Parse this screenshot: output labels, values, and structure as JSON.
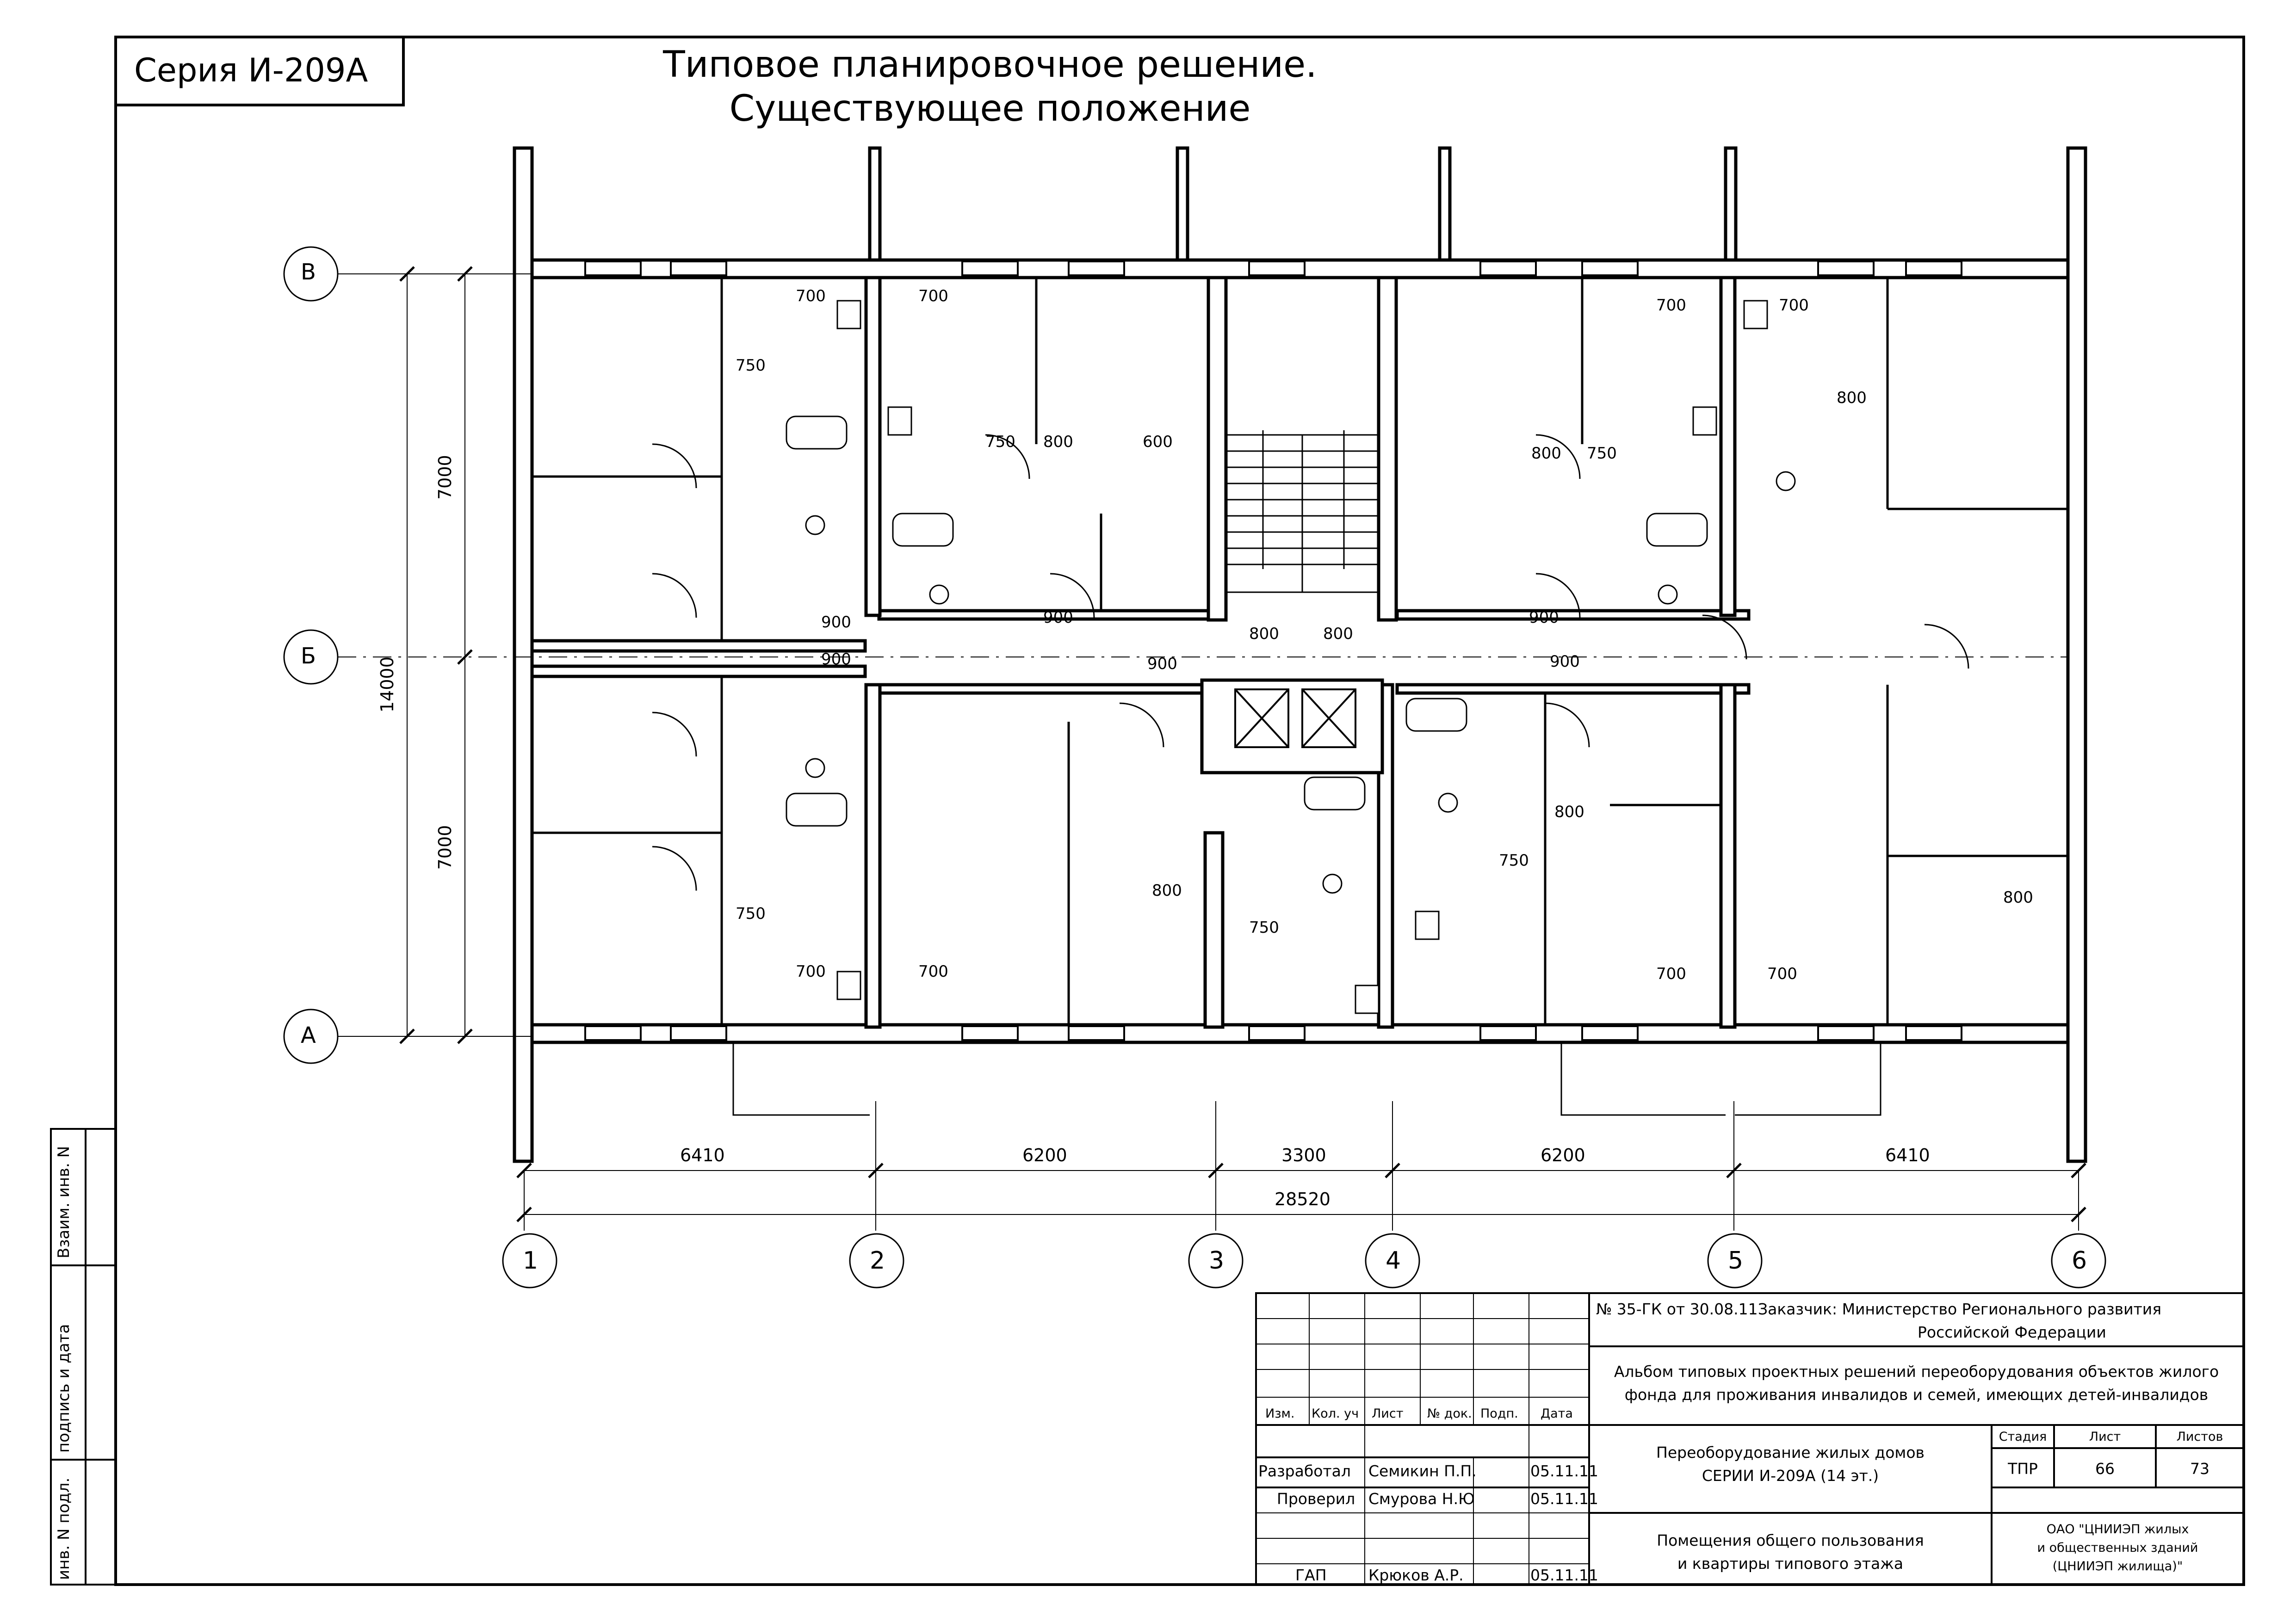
{
  "header": {
    "series": "Серия И-209А",
    "title_line1": "Типовое планировочное решение.",
    "title_line2": "Существующее положение"
  },
  "plan": {
    "row_axes": [
      "В",
      "Б",
      "А"
    ],
    "col_axes": [
      "1",
      "2",
      "3",
      "4",
      "5",
      "6"
    ],
    "overall_vertical": "14000",
    "half_vertical": [
      "7000",
      "7000"
    ],
    "spans": [
      "6410",
      "6200",
      "3300",
      "6200",
      "6410"
    ],
    "overall_horizontal": "28520",
    "door_widths": {
      "d700": "700",
      "d750": "750",
      "d800": "800",
      "d900": "900",
      "d600": "600"
    }
  },
  "side_stamp": {
    "cell1": "Взаим. инв. N",
    "cell2": "подпись и дата",
    "cell3": "инв. N подл."
  },
  "title_block": {
    "headers": [
      "Изм.",
      "Кол. уч",
      "Лист",
      "№ док.",
      "Подп.",
      "Дата"
    ],
    "roles": [
      {
        "role": "Разработал",
        "name": "Семикин П.П.",
        "date": "05.11.11"
      },
      {
        "role": "Проверил",
        "name": "Смурова Н.Ю",
        "date": "05.11.11"
      },
      {
        "role": "ГАП",
        "name": "Крюков А.Р.",
        "date": "05.11.11"
      }
    ],
    "contract": "№ 35-ГК от 30.08.11",
    "customer_line1": "Заказчик: Министерство Регионального развития",
    "customer_line2": "Российской Федерации",
    "album_line1": "Альбом типовых проектных решений переоборудования объектов жилого",
    "album_line2": "фонда для проживания инвалидов и семей, имеющих детей-инвалидов",
    "project_line1": "Переоборудование жилых домов",
    "project_line2": "СЕРИИ И-209А (14 эт.)",
    "sheet_line1": "Помещения общего пользования",
    "sheet_line2": "и квартиры типового этажа",
    "stage_label": "Стадия",
    "sheet_label": "Лист",
    "sheets_label": "Листов",
    "stage": "ТПР",
    "sheet_no": "66",
    "sheets_total": "73",
    "org_line1": "ОАО \"ЦНИИЭП жилых",
    "org_line2": "и общественных зданий",
    "org_line3": "(ЦНИИЭП жилища)\""
  }
}
